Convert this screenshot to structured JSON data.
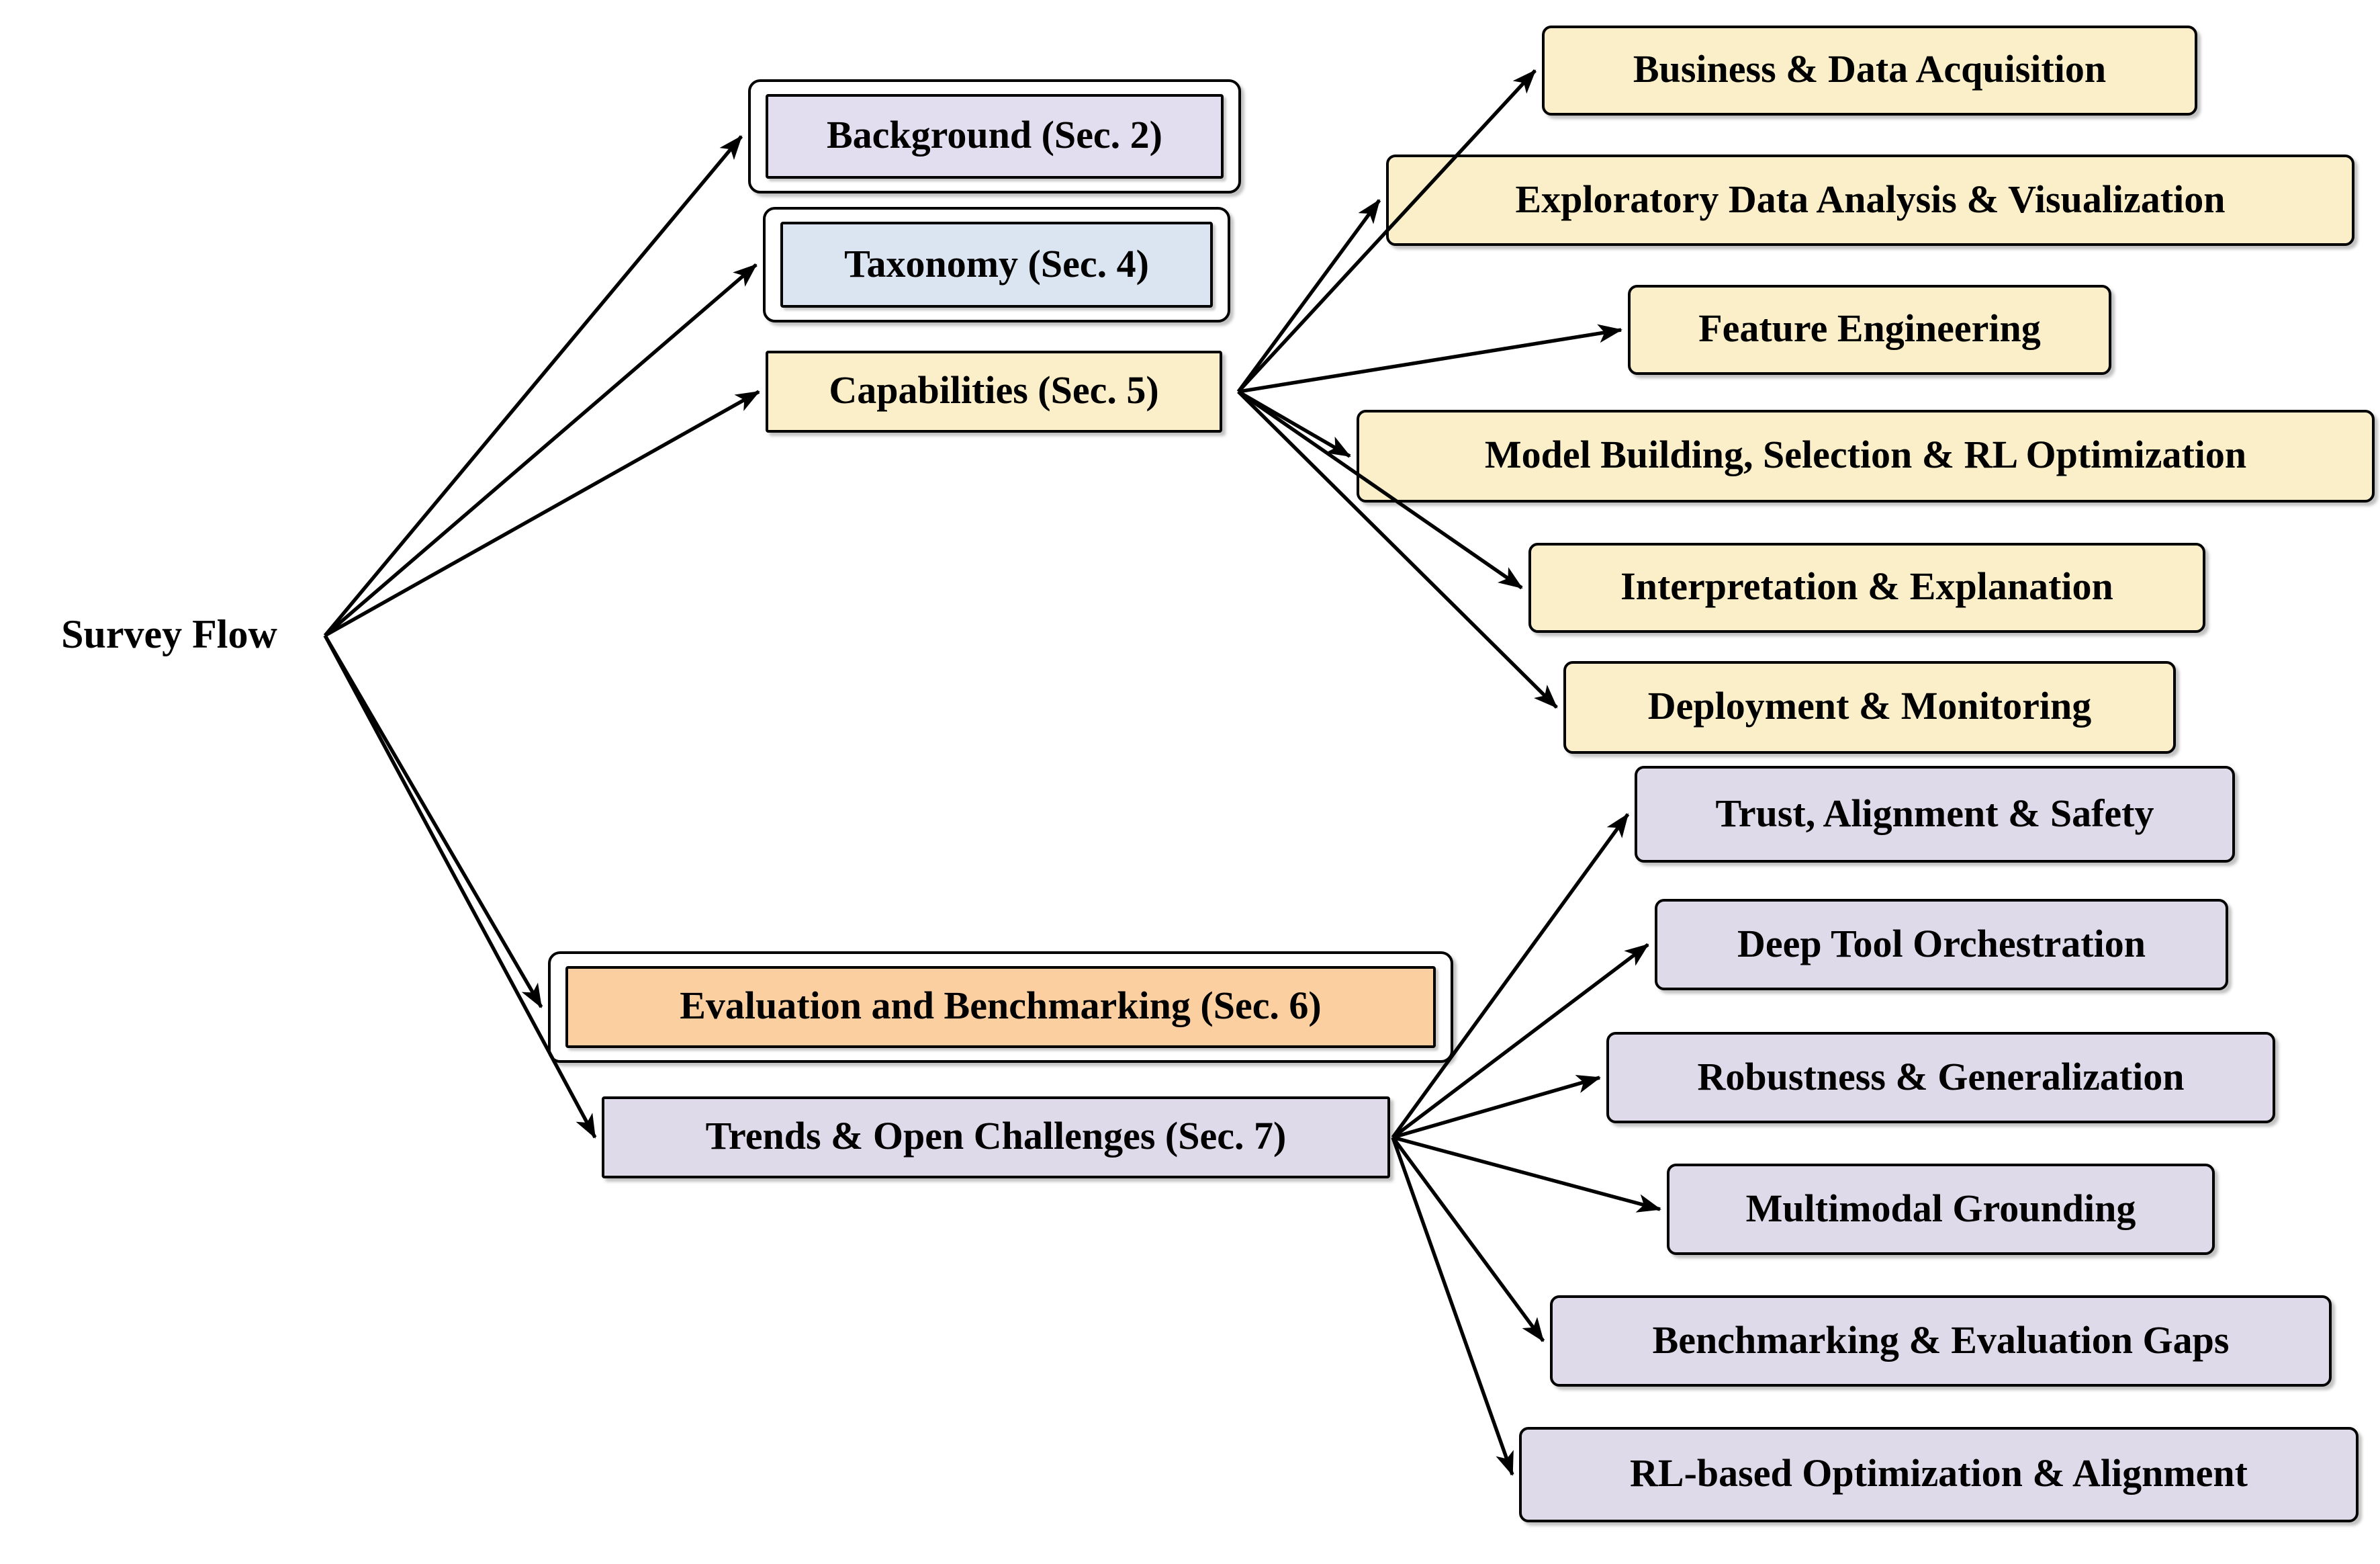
{
  "root_label": "Survey Flow",
  "sections": {
    "background": {
      "label": "Background (Sec. 2)"
    },
    "taxonomy": {
      "label": "Taxonomy (Sec. 4)"
    },
    "capabilities": {
      "label": "Capabilities (Sec. 5)"
    },
    "evaluation": {
      "label": "Evaluation and Benchmarking (Sec. 6)"
    },
    "trends": {
      "label": "Trends & Open Challenges (Sec. 7)"
    }
  },
  "capability_children": [
    {
      "label": "Business & Data Acquisition"
    },
    {
      "label": "Exploratory Data Analysis & Visualization"
    },
    {
      "label": "Feature Engineering"
    },
    {
      "label": "Model Building, Selection & RL Optimization"
    },
    {
      "label": "Interpretation & Explanation"
    },
    {
      "label": "Deployment & Monitoring"
    }
  ],
  "trends_children": [
    {
      "label": "Trust, Alignment & Safety"
    },
    {
      "label": "Deep Tool Orchestration"
    },
    {
      "label": "Robustness & Generalization"
    },
    {
      "label": "Multimodal Grounding"
    },
    {
      "label": "Benchmarking & Evaluation Gaps"
    },
    {
      "label": "RL-based Optimization & Alignment"
    }
  ],
  "colors": {
    "cream": "#FAEFC8",
    "peach": "#FBCFA0",
    "lavender": "#DEDAE9",
    "lavender_light": "#E3DEEF",
    "light_blue": "#DBE5F1",
    "frame_fill": "#FFFFFF",
    "border": "#000000",
    "arrow": "#000000"
  }
}
